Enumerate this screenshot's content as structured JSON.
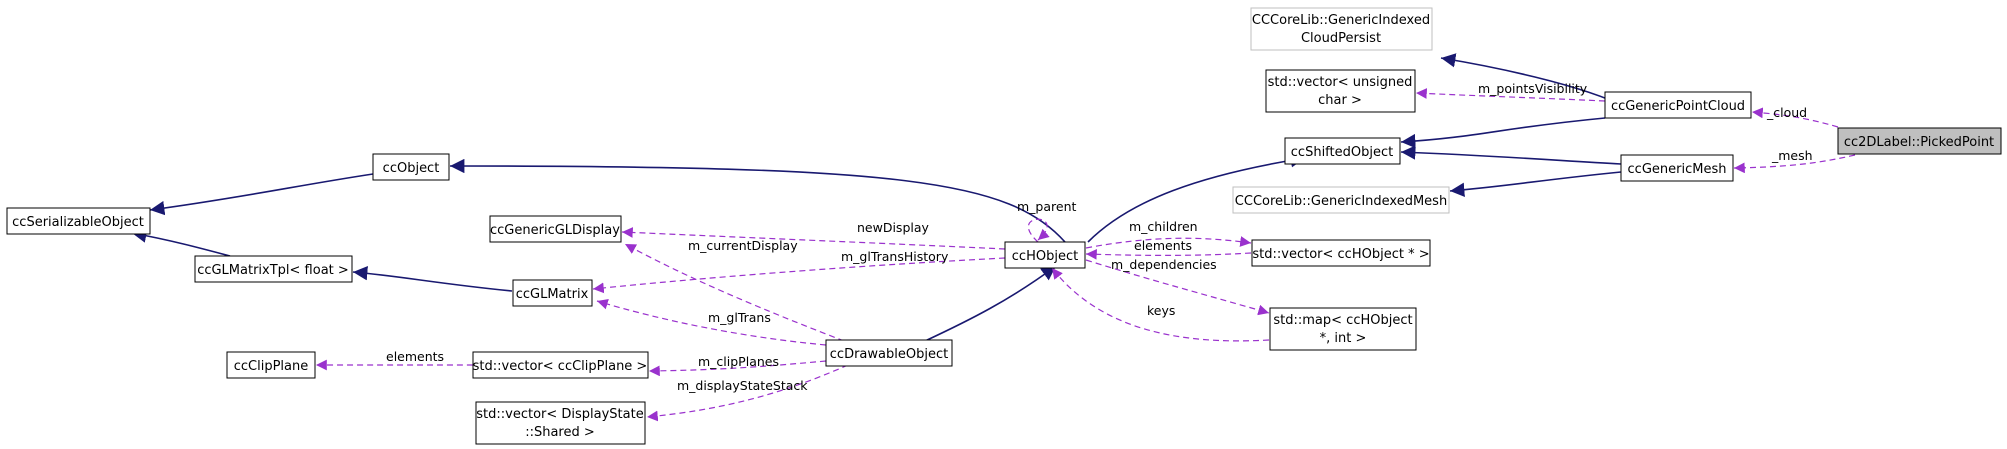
{
  "colors": {
    "inheritance": "#191970",
    "usage": "#9a32cd",
    "node_border": "#000000",
    "external_border": "#bfbfbf",
    "focus_fill": "#bfbfbf"
  },
  "nodes": {
    "picked_point": "cc2DLabel::PickedPoint",
    "generic_indexed_cloud_persist": [
      "CCCoreLib::GenericIndexed",
      "CloudPersist"
    ],
    "vector_unsigned_char": [
      "std::vector< unsigned",
      "char >"
    ],
    "generic_point_cloud": "ccGenericPointCloud",
    "shifted_object": "ccShiftedObject",
    "generic_mesh": "ccGenericMesh",
    "generic_indexed_mesh": "CCCoreLib::GenericIndexedMesh",
    "object": "ccObject",
    "serializable_object": "ccSerializableObject",
    "generic_gl_display": "ccGenericGLDisplay",
    "gl_matrix_tpl": "ccGLMatrixTpl< float >",
    "gl_matrix": "ccGLMatrix",
    "hobject": "ccHObject",
    "vector_hobject": "std::vector< ccHObject * >",
    "map_hobject": [
      "std::map< ccHObject",
      "*, int >"
    ],
    "clip_plane": "ccClipPlane",
    "vector_clip_plane": "std::vector< ccClipPlane >",
    "drawable_object": "ccDrawableObject",
    "vector_display_state": [
      "std::vector< DisplayState",
      "::Shared >"
    ]
  },
  "edge_labels": {
    "cloud": "_cloud",
    "mesh": "_mesh",
    "points_visibility": "m_pointsVisibility",
    "parent": "m_parent",
    "children": "m_children",
    "elements_children": "elements",
    "new_display": "newDisplay",
    "current_display": "m_currentDisplay",
    "gl_trans_history": "m_glTransHistory",
    "dependencies": "m_dependencies",
    "keys": "keys",
    "gl_trans": "m_glTrans",
    "elements_clip": "elements",
    "clip_planes": "m_clipPlanes",
    "display_state_stack": "m_displayStateStack"
  }
}
